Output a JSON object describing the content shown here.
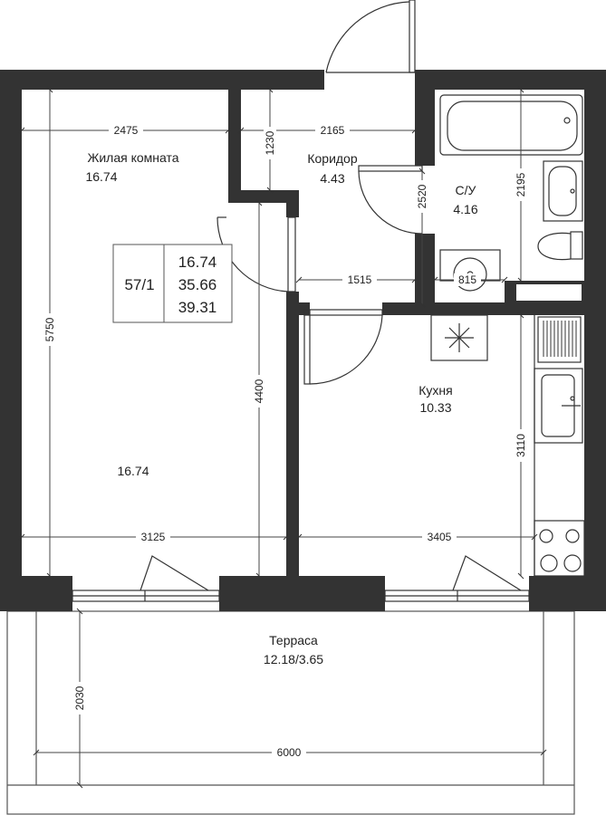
{
  "rooms": {
    "living": {
      "name": "Жилая комната",
      "area": "16.74",
      "area_center": "16.74"
    },
    "corridor": {
      "name": "Коридор",
      "area": "4.43"
    },
    "bathroom": {
      "name": "С/У",
      "area": "4.16"
    },
    "kitchen": {
      "name": "Кухня",
      "area": "10.33"
    },
    "terrace": {
      "name": "Терраса",
      "area": "12.18/3.65"
    }
  },
  "summary": {
    "apartment": "57/1",
    "living_area": "16.74",
    "total_area": "35.66",
    "total_with_terrace": "39.31"
  },
  "dimensions": {
    "living_width": "2475",
    "corridor_width": "2165",
    "corridor_upper": "1230",
    "corridor_depth": "2520",
    "bath_depth": "2195",
    "corridor_lower": "1515",
    "bath_small": "815",
    "living_height": "5750",
    "living_lower": "4400",
    "kitchen_height": "3110",
    "living_bottom": "3125",
    "kitchen_width": "3405",
    "terrace_depth": "2030",
    "terrace_width": "6000"
  }
}
